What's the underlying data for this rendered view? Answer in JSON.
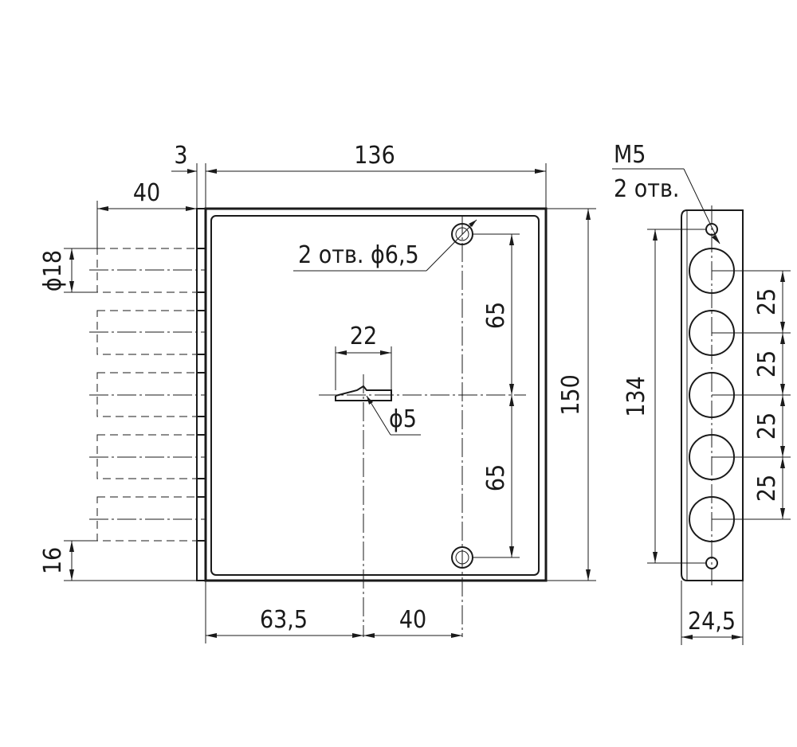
{
  "front_view": {
    "dims": {
      "width": "136",
      "plate_thickness": "3",
      "bolt_length": "40",
      "bolt_diameter": "ϕ18",
      "bolt_offset": "16",
      "height": "150",
      "hole_spacing_top": "65",
      "hole_spacing_bottom": "65",
      "key_width": "22",
      "key_hole": "ϕ5",
      "key_offset": "63,5",
      "key_to_hole": "40"
    },
    "mounting_holes_note": "2 отв. ϕ6,5"
  },
  "side_view": {
    "thread_note_line1": "M5",
    "thread_note_line2": "2 отв.",
    "dims": {
      "hole_span": "134",
      "pitch_1": "25",
      "pitch_2": "25",
      "pitch_3": "25",
      "pitch_4": "25",
      "strip_width": "24,5"
    }
  }
}
